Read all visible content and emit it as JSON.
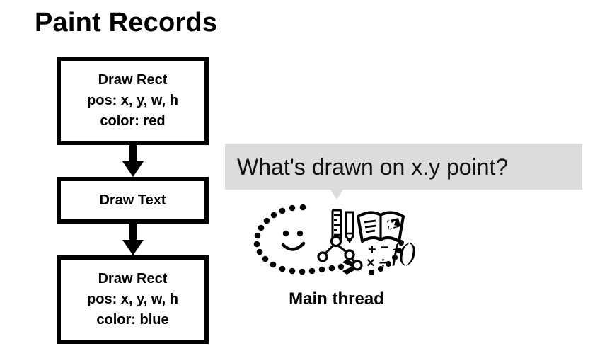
{
  "slide": {
    "title": "Paint Records",
    "background_color": "#ffffff",
    "ink_color": "#000000"
  },
  "paint_records": {
    "boxes": [
      {
        "name": "draw-rect-red",
        "lines": [
          "Draw Rect",
          "pos: x, y, w, h",
          "color: red"
        ],
        "op": "Draw Rect",
        "pos": "pos: x, y, w, h",
        "color": "color: red"
      },
      {
        "name": "draw-text",
        "lines": [
          "Draw Text"
        ],
        "op": "Draw Text"
      },
      {
        "name": "draw-rect-blue",
        "lines": [
          "Draw Rect",
          "pos: x, y, w, h",
          "color: blue"
        ],
        "op": "Draw Rect",
        "pos": "pos: x, y, w, h",
        "color": "color: blue"
      }
    ],
    "arrows": [
      {
        "name": "arrow-rect-to-text",
        "direction": "down"
      },
      {
        "name": "arrow-text-to-rect",
        "direction": "down"
      }
    ]
  },
  "question_bubble": {
    "text": "What's drawn on x.y point?",
    "background_color": "#dcdcdc",
    "tail_direction": "down"
  },
  "main_thread": {
    "label": "Main thread",
    "illustration": {
      "icons": [
        "dotted-loop-arrow-icon",
        "smiley-face-icon",
        "ruler-icon",
        "pencil-icon",
        "open-book-icon",
        "tree-graph-icon",
        "math-operators-icon",
        "function-notation-icon"
      ],
      "math_operators": [
        "+",
        "−",
        "×",
        "÷"
      ],
      "function_notation": "f()"
    }
  }
}
